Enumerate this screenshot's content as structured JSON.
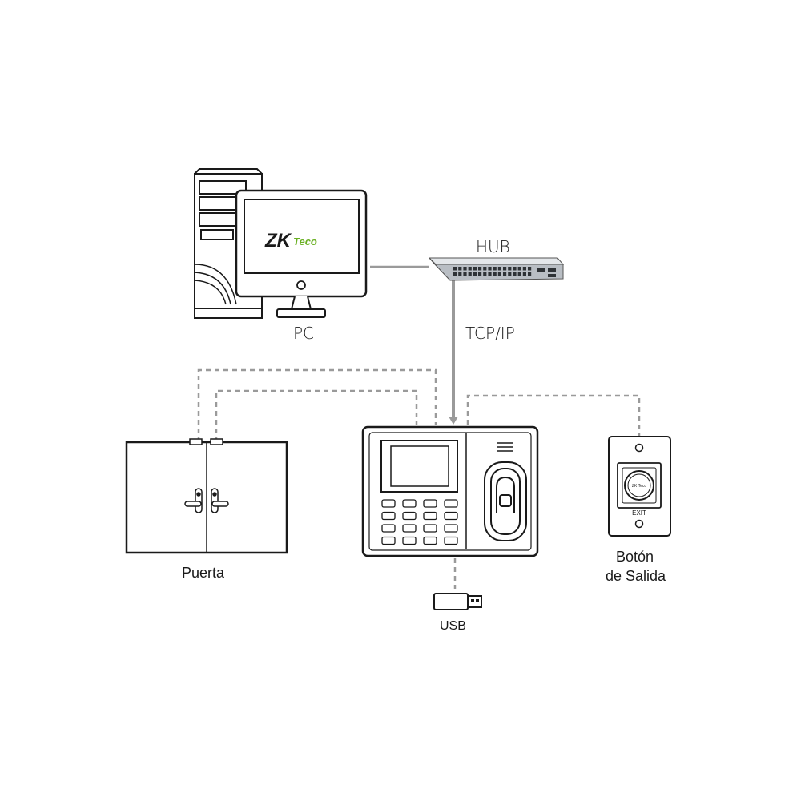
{
  "labels": {
    "pc": "PC",
    "hub": "HUB",
    "tcpip": "TCP/IP",
    "door": "Puerta",
    "exit_button_line1": "Botón",
    "exit_button_line2": "de Salida",
    "usb": "USB",
    "exit_plate": "EXIT"
  },
  "brand": {
    "logo_zk": "ZK",
    "logo_teco": "Teco",
    "button_brand": "ZK Teco"
  },
  "colors": {
    "line": "#1a1a1a",
    "dashed_link": "#9a9a9a",
    "logo_green": "#6ab023",
    "hub_body": "#b9bec4"
  }
}
